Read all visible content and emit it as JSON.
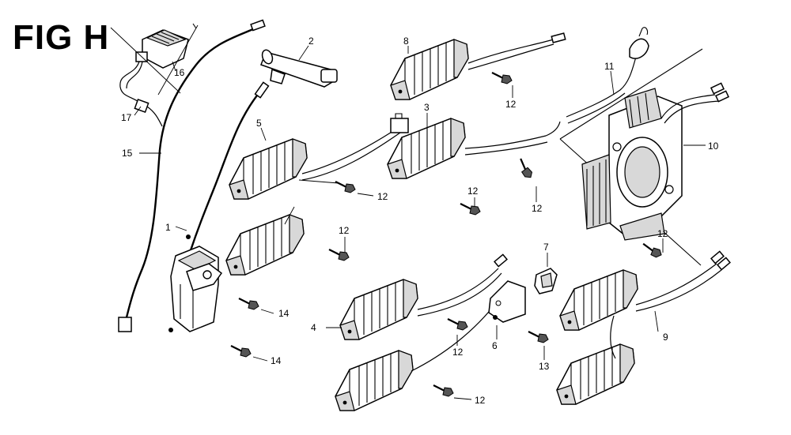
{
  "figure": {
    "title": "FIG H"
  },
  "callouts": [
    {
      "id": "c1",
      "text": "1"
    },
    {
      "id": "c2",
      "text": "2"
    },
    {
      "id": "c3",
      "text": "3"
    },
    {
      "id": "c4",
      "text": "4"
    },
    {
      "id": "c5",
      "text": "5"
    },
    {
      "id": "c6",
      "text": "6"
    },
    {
      "id": "c7",
      "text": "7"
    },
    {
      "id": "c8",
      "text": "8"
    },
    {
      "id": "c9",
      "text": "9"
    },
    {
      "id": "c10",
      "text": "10"
    },
    {
      "id": "c11",
      "text": "11"
    },
    {
      "id": "c12a",
      "text": "12"
    },
    {
      "id": "c12b",
      "text": "12"
    },
    {
      "id": "c12c",
      "text": "12"
    },
    {
      "id": "c12d",
      "text": "12"
    },
    {
      "id": "c12e",
      "text": "12"
    },
    {
      "id": "c12f",
      "text": "12"
    },
    {
      "id": "c12g",
      "text": "12"
    },
    {
      "id": "c12h",
      "text": "12"
    },
    {
      "id": "c13",
      "text": "13"
    },
    {
      "id": "c14a",
      "text": "14"
    },
    {
      "id": "c14b",
      "text": "14"
    },
    {
      "id": "c15",
      "text": "15"
    },
    {
      "id": "c16",
      "text": "16"
    },
    {
      "id": "c17",
      "text": "17"
    }
  ]
}
